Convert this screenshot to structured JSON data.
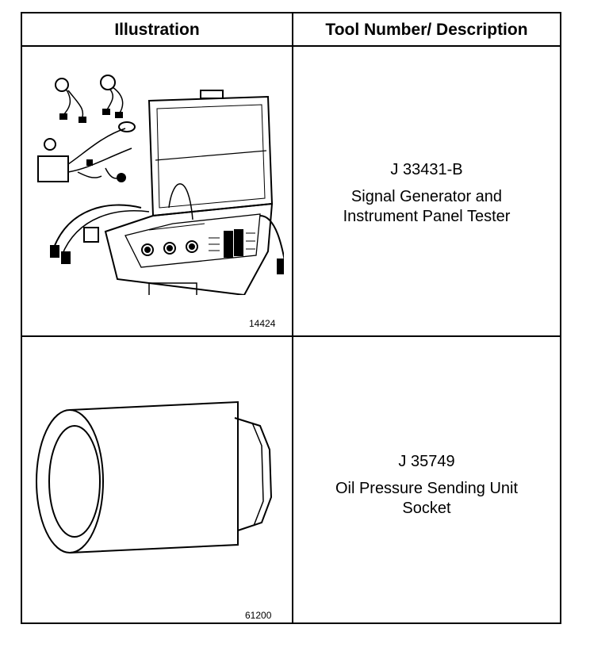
{
  "header": {
    "illustration": "Illustration",
    "tool_description": "Tool Number/ Description"
  },
  "rows": [
    {
      "figure_number": "14424",
      "tool_number": "J 33431-B",
      "description_line1": "Signal Generator and",
      "description_line2": "Instrument Panel Tester",
      "illustration_icon": "tester-case-illustration"
    },
    {
      "figure_number": "61200",
      "tool_number": "J 35749",
      "description_line1": "Oil Pressure Sending Unit",
      "description_line2": "Socket",
      "illustration_icon": "socket-illustration"
    }
  ]
}
